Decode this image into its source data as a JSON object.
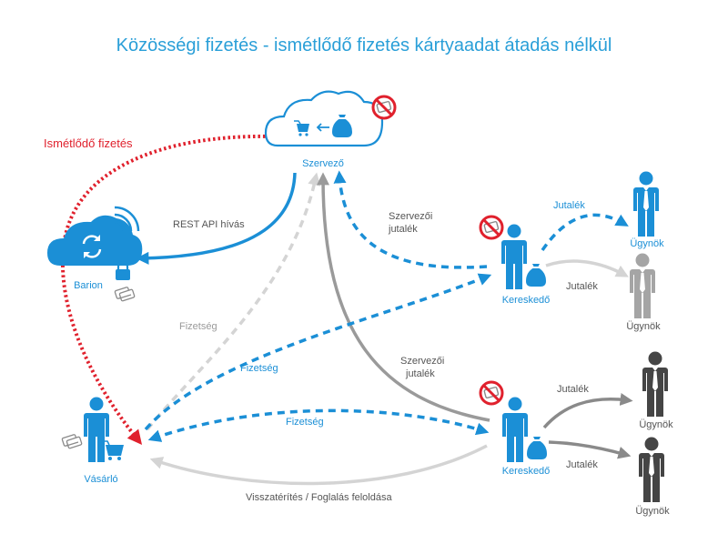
{
  "title": "Közösségi fizetés - ismétlődő fizetés kártyaadat átadás nélkül",
  "labels": {
    "recurring": "Ismétlődő fizetés",
    "organizer": "Szervező",
    "rest_api": "REST API hívás",
    "barion": "Barion",
    "organizer_commission_1": "Szervezői jutalék",
    "organizer_commission_2": "Szervezői jutalék",
    "payment_light": "Fizetség",
    "payment_to_merchant": "Fizetség",
    "payment_lower": "Fizetség",
    "buyer": "Vásárló",
    "merchant_1": "Kereskedő",
    "merchant_2": "Kereskedő",
    "refund": "Visszatérítés  / Foglalás feloldása",
    "commission_1": "Jutalék",
    "commission_2": "Jutalék",
    "commission_3": "Jutalék",
    "commission_4": "Jutalék",
    "agent_1": "Ügynök",
    "agent_2": "Ügynök",
    "agent_3": "Ügynök",
    "agent_4": "Ügynök"
  },
  "colors": {
    "blue": "#1b8fd6",
    "red": "#e0212d",
    "light_grey": "#d4d4d4",
    "mid_grey": "#9a9a9a",
    "dark_grey": "#4a4a4a"
  },
  "icons": {
    "cloud": "cloud-icon",
    "no_card": "no-card-icon",
    "person": "person-icon",
    "bag": "money-bag-icon",
    "basket": "basket-icon",
    "card": "credit-card-icon",
    "sync": "sync-icon",
    "wifi": "wifi-icon",
    "lock": "lock-icon"
  }
}
